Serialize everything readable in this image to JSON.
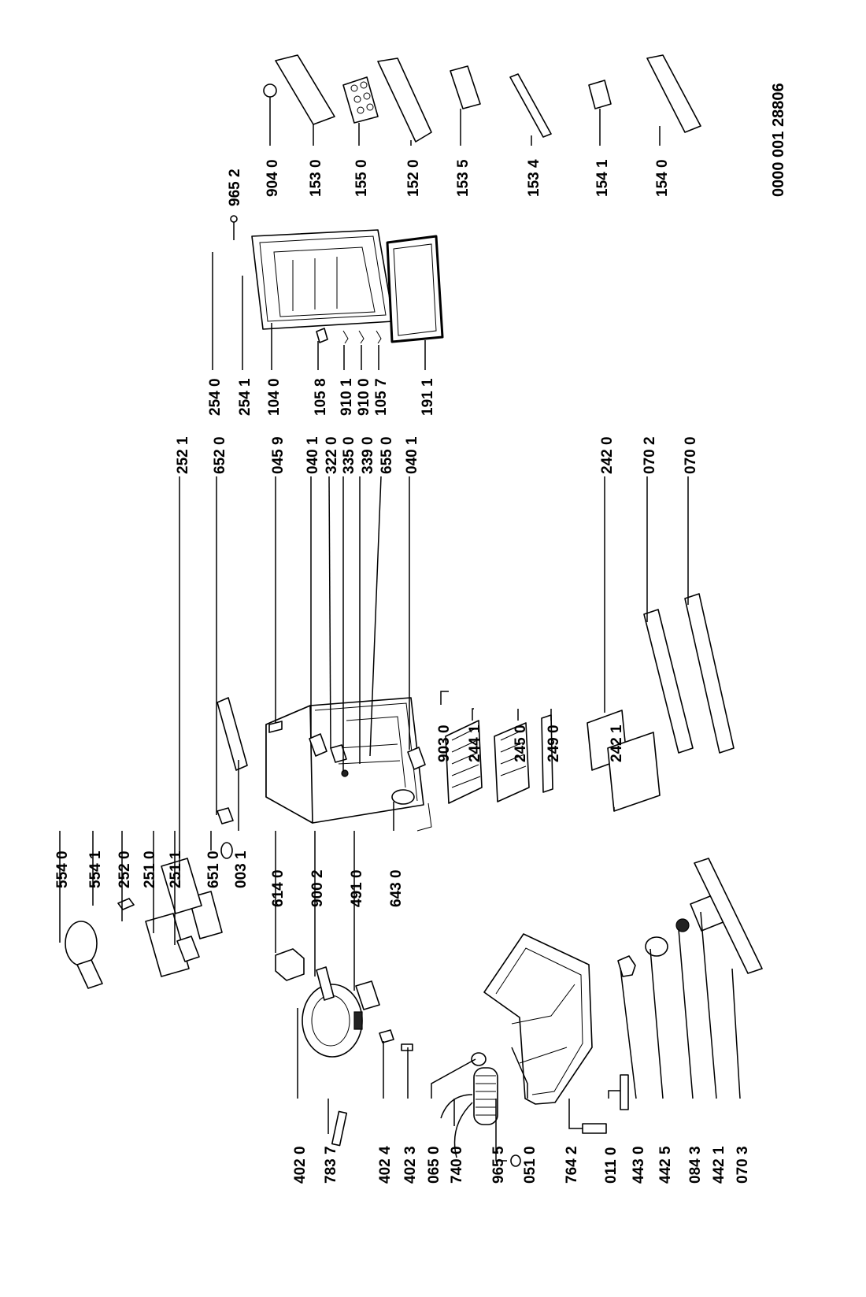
{
  "document_number": "0000 001 28806",
  "part_labels": {
    "l_402_0": "402 0",
    "l_783_7": "783 7",
    "l_402_4": "402 4",
    "l_402_3": "402 3",
    "l_065_0": "065 0",
    "l_740_0": "740 0",
    "l_965_5": "965 5",
    "l_051_0": "051 0",
    "l_764_2": "764 2",
    "l_011_0": "011 0",
    "l_443_0": "443 0",
    "l_442_5": "442 5",
    "l_084_3": "084 3",
    "l_442_1": "442 1",
    "l_070_3": "070 3",
    "l_614_0": "614 0",
    "l_900_2": "900 2",
    "l_491_0": "491 0",
    "l_643_0": "643 0",
    "l_554_0": "554 0",
    "l_554_1": "554 1",
    "l_252_0": "252 0",
    "l_251_0": "251 0",
    "l_251_1": "251 1",
    "l_651_0": "651 0",
    "l_003_1": "003 1",
    "l_903_0": "903 0",
    "l_244_1": "244 1",
    "l_245_0": "245 0",
    "l_249_0": "249 0",
    "l_242_1": "242 1",
    "l_252_1": "252 1",
    "l_652_0": "652 0",
    "l_045_9": "045 9",
    "l_040_1a": "040 1",
    "l_322_0": "322 0",
    "l_335_0": "335 0",
    "l_339_0": "339 0",
    "l_655_0": "655 0",
    "l_040_1b": "040 1",
    "l_242_0": "242 0",
    "l_070_2": "070 2",
    "l_070_0": "070 0",
    "l_254_0": "254 0",
    "l_254_1": "254 1",
    "l_104_0": "104 0",
    "l_105_8": "105 8",
    "l_910_1": "910 1",
    "l_910_0": "910 0",
    "l_105_7": "105 7",
    "l_191_1": "191 1",
    "l_965_2": "965 2",
    "l_904_0": "904 0",
    "l_153_0": "153 0",
    "l_155_0": "155 0",
    "l_152_0": "152 0",
    "l_153_5": "153 5",
    "l_153_4": "153 4",
    "l_154_1": "154 1",
    "l_154_0": "154 0"
  }
}
